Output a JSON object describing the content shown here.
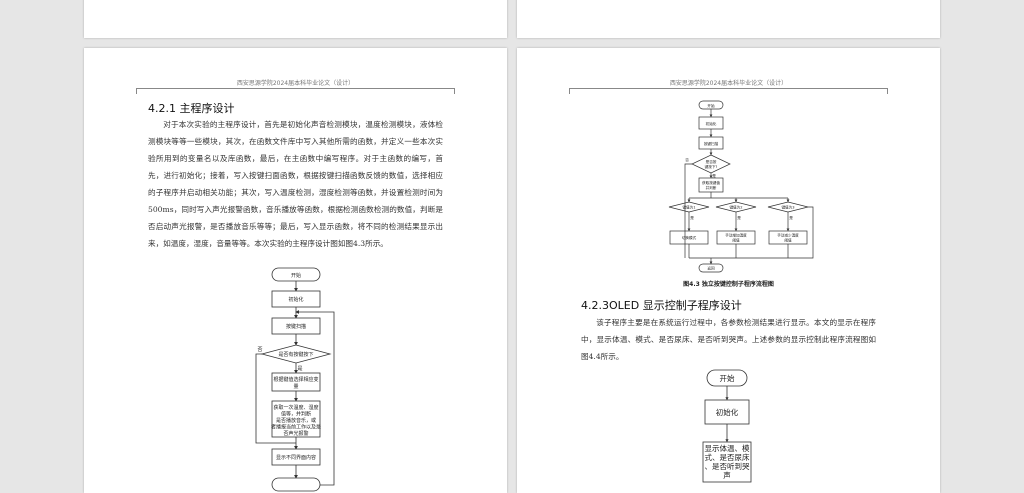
{
  "header": {
    "text": "西安思源学院2024届本科毕业论文（设计）"
  },
  "left_page": {
    "section_title": "4.2.1  主程序设计",
    "paragraph": "对于本次实验的主程序设计，首先是初始化声音检测模块，温度检测模块，液体检测模块等等一些模块，其次，在函数文件库中写入其他所需的函数，并定义一些本次实验所用到的变量名以及库函数，最后，在主函数中编写程序。对于主函数的编写，首先，进行初始化；接着，写入按键扫面函数，根据按键扫描函数反馈的数值，选择相应的子程序并启动相关功能；其次，写入温度检测，湿度检测等函数，并设置检测时间为500ms，同时写入声光报警函数，音乐播放等函数，根据检测函数检测的数值，判断是否启动声光报警，是否播放音乐等等；最后，写入显示函数，将不同的检测结果显示出来，如温度，湿度，音量等等。本次实验的主程序设计图如图4.3所示。",
    "flow": {
      "start": "开始",
      "init": "初始化",
      "scan": "按键扫描",
      "decision": "是否有按键按下",
      "yes": "是",
      "no": "否",
      "mode_line1": "根据键值选择相应变",
      "mode_line2": "量",
      "detect_lines": [
        "获取一次温度、湿度",
        "值等，并判断",
        "是否播放音乐，或",
        "者播报当前工作以及是",
        "否声光报警"
      ],
      "display": "显示不同界面内容"
    }
  },
  "right_page": {
    "flow": {
      "start": "开始",
      "init": "初始化",
      "scan": "按键扫描",
      "decision_line1": "是否按",
      "decision_line2": "键按下?",
      "no": "否",
      "yes": "是",
      "select_line1": "获取按键值",
      "select_line2": "并判断",
      "key1": "键值为1",
      "key2": "键值为2",
      "key3": "键值为3",
      "act1": "切换模式",
      "act2_line1": "手动增加温度",
      "act2_line2": "阈值",
      "act3_line1": "手动减少温度",
      "act3_line2": "阈值",
      "end": "返回"
    },
    "figure_caption": "图4.3  独立按键控制子程序流程图",
    "section_title": "4.2.3OLED 显示控制子程序设计",
    "paragraph": "该子程序主要是在系统运行过程中，各参数检测结果进行显示。本文的显示在程序中，显示体温、模式、是否尿床、是否听到哭声。上述参数的显示控制此程序流程图如图4.4所示。",
    "flow2": {
      "start": "开始",
      "init": "初始化",
      "display_lines": [
        "显示体温、模",
        "式、是否尿床",
        "、是否听到哭",
        "声"
      ]
    }
  }
}
